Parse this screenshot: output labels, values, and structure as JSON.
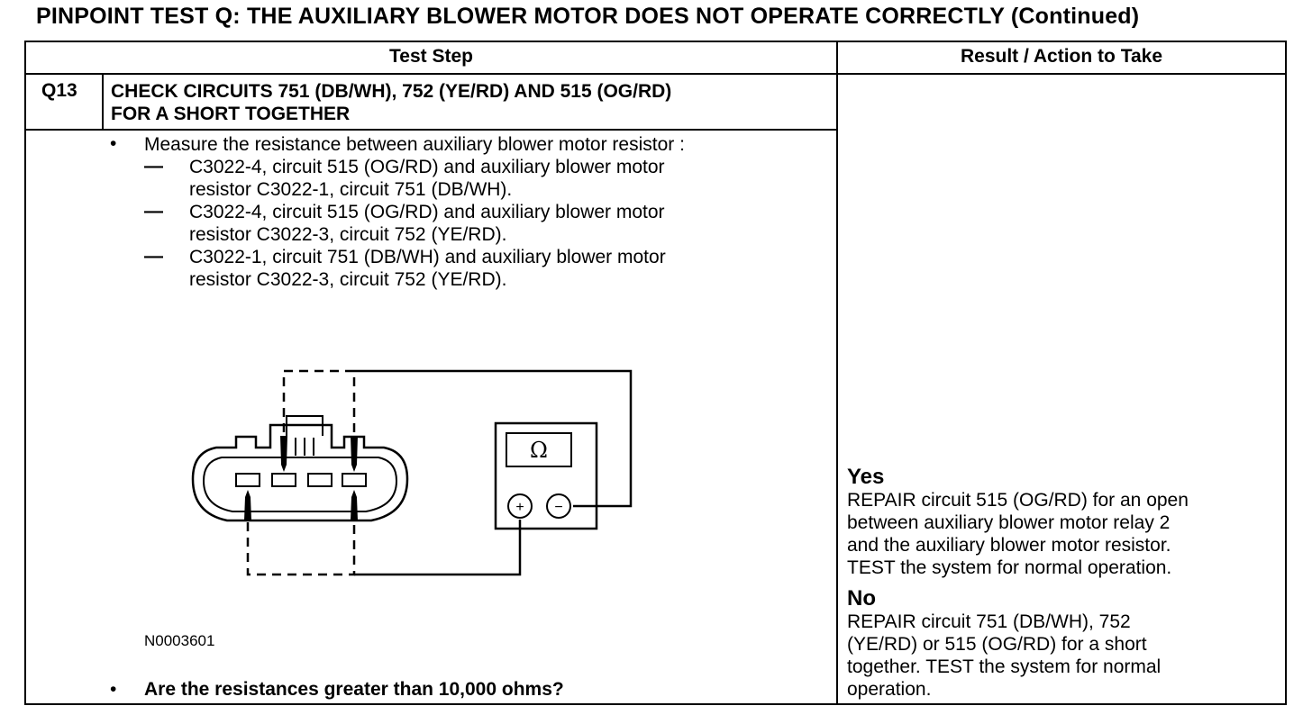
{
  "title": "PINPOINT TEST  Q: THE AUXILIARY BLOWER MOTOR DOES NOT OPERATE CORRECTLY (Continued)",
  "table": {
    "col_test_step": "Test Step",
    "col_result": "Result / Action to Take"
  },
  "step": {
    "id": "Q13",
    "title_line1": "CHECK CIRCUITS 751 (DB/WH), 752 (YE/RD) AND 515 (OG/RD)",
    "title_line2": "FOR A SHORT TOGETHER"
  },
  "instructions": {
    "bullet": "•",
    "main": "Measure the resistance between auxiliary blower motor resistor :",
    "subs": [
      {
        "dash": "—",
        "line1": "C3022-4, circuit 515 (OG/RD) and auxiliary blower motor",
        "line2": "resistor C3022-1, circuit 751 (DB/WH)."
      },
      {
        "dash": "—",
        "line1": "C3022-4, circuit 515 (OG/RD) and auxiliary blower motor",
        "line2": "resistor C3022-3, circuit 752 (YE/RD)."
      },
      {
        "dash": "—",
        "line1": "C3022-1, circuit 751 (DB/WH) and auxiliary blower motor",
        "line2": "resistor C3022-3, circuit 752 (YE/RD)."
      }
    ],
    "figure_id": "N0003601",
    "question": "Are the resistances greater than 10,000 ohms?"
  },
  "meter": {
    "display": "Ω",
    "plus": "+",
    "minus": "−"
  },
  "results": {
    "yes_label": "Yes",
    "yes_lines": [
      "REPAIR circuit 515 (OG/RD) for an open",
      "between auxiliary blower motor relay 2",
      "and the auxiliary blower motor resistor.",
      "TEST the system for normal operation."
    ],
    "no_label": "No",
    "no_lines": [
      "REPAIR circuit 751 (DB/WH), 752",
      "(YE/RD) or 515 (OG/RD) for a short",
      "together. TEST the system for normal",
      "operation."
    ]
  }
}
